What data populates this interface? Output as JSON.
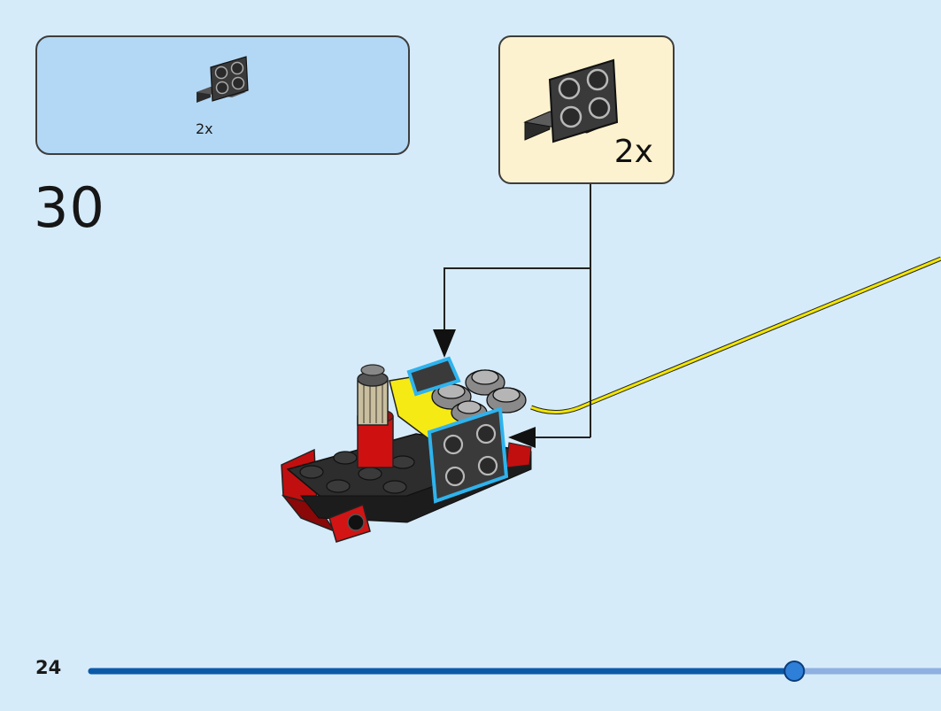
{
  "parts_list": {
    "quantity": "2x",
    "part_icon": "black-bracket-2x2-icon"
  },
  "callout": {
    "quantity": "2x",
    "part_icon": "black-bracket-2x2-icon"
  },
  "step": {
    "number": "30"
  },
  "page": {
    "number": "24"
  },
  "progress": {
    "fraction": 0.845
  },
  "colors": {
    "background": "#d6ebfa",
    "parts_box": "#b3d8f5",
    "callout_box": "#fdf2cf",
    "progress_fill": "#0b5aa8",
    "progress_track": "#8fb0e0",
    "highlight": "#2eb3ee"
  }
}
